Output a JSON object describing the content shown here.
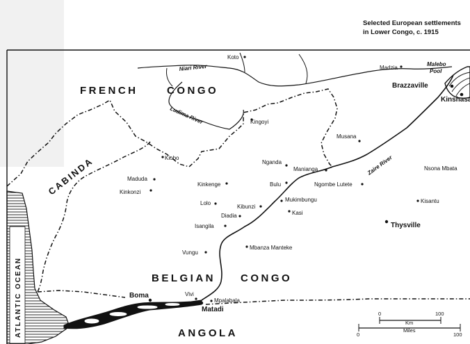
{
  "title": {
    "line1": "Selected European settlements",
    "line2": "in Lower Congo, c. 1915"
  },
  "regions": {
    "french_congo_1": "FRENCH",
    "french_congo_2": "CONGO",
    "cabinda": "CABINDA",
    "belgian_congo_1": "BELGIAN",
    "belgian_congo_2": "CONGO",
    "angola": "ANGOLA",
    "atlantic_ocean": "ATLANTIC OCEAN"
  },
  "rivers": {
    "niari": "Niari River",
    "ludima": "Ludima River",
    "zaire": "Zaire River"
  },
  "water": {
    "malebo_pool_1": "Malebo",
    "malebo_pool_2": "Pool"
  },
  "towns": {
    "koto": "Koto",
    "madzia": "Madzia",
    "brazzaville": "Brazzaville",
    "kinshasa": "Kinshasa",
    "kingoyi": "Kingoyi",
    "musana": "Musana",
    "kiobo": "Kiobo",
    "nganda": "Nganda",
    "manianga": "Manianga",
    "nsona_mbata": "Nsona Mbata",
    "maduda": "Maduda",
    "kinkonzi": "Kinkonzi",
    "kinkenge": "Kinkenge",
    "bulu": "Bulu",
    "ngombe_lutete": "Ngombe Lutete",
    "lolo": "Lolo",
    "kibunzi": "Kibunzi",
    "mukimbungu": "Mukimbungu",
    "kisantu": "Kisantu",
    "diadia": "Diadia",
    "kasi": "Kasi",
    "isangila": "Isangila",
    "thysville": "Thysville",
    "vungu": "Vungu",
    "mbanza_manteke": "Mbanza Manteke",
    "boma": "Boma",
    "vivi": "Vivi",
    "mpalabala": "Mpalabala",
    "matadi": "Matadi"
  },
  "scale": {
    "zero_km": "0",
    "unit_km": "Km",
    "hundred_km": "100",
    "zero_mi": "0",
    "unit_mi": "Miles",
    "hundred_mi": "100"
  },
  "colors": {
    "ink": "#111111",
    "paper": "#ffffff"
  }
}
